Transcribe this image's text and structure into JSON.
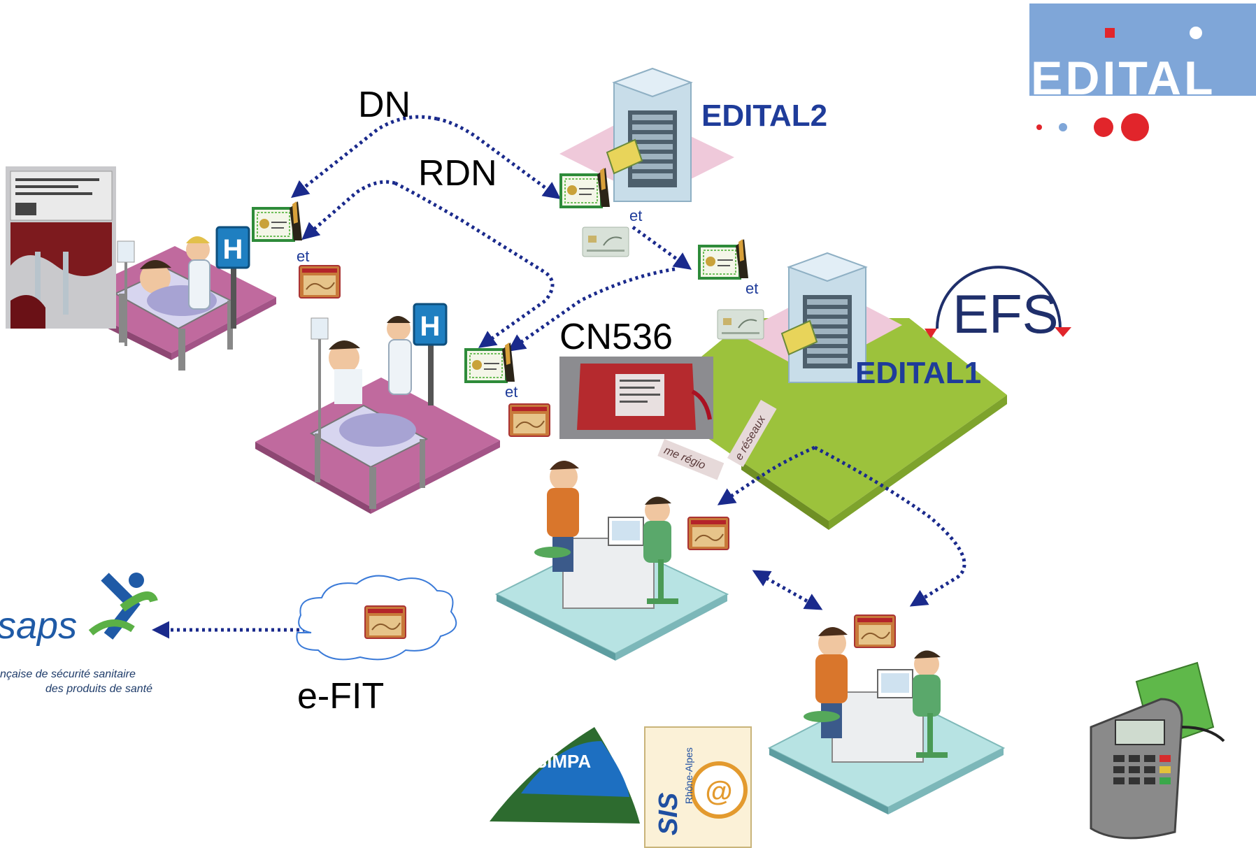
{
  "labels": {
    "dn": "DN",
    "rdn": "RDN",
    "edital2": "EDITAL2",
    "edital1": "EDITAL1",
    "cn536": "CN536",
    "efit": "e-FIT",
    "et": "et"
  },
  "logos": {
    "edital": "EDITAL",
    "efs": "EFS",
    "afssaps_name": "saps",
    "afssaps_tagline_1": "nçaise de sécurité sanitaire",
    "afssaps_tagline_2": "des produits de santé",
    "simpa": "SIMPA",
    "sis": "SIS",
    "sis_sub": "Rhône-Alpes"
  },
  "platform_text": {
    "green_label_1": "me régio",
    "green_label_2": "e réseaux"
  },
  "colors": {
    "arrow": "#1a2a8c",
    "label_blue": "#1f3c9a",
    "pink_platform": "#c06a9e",
    "green_platform": "#9cc23c",
    "teal_platform": "#b7e3e3",
    "edital_red": "#e1252b",
    "edital_bg": "#7fa6d8"
  },
  "icons": [
    "hospital-sign-icon",
    "server-icon",
    "certificate-icon",
    "smart-card-icon",
    "cps-card-icon",
    "blood-bag-icon",
    "cloud-icon",
    "card-reader-icon"
  ]
}
